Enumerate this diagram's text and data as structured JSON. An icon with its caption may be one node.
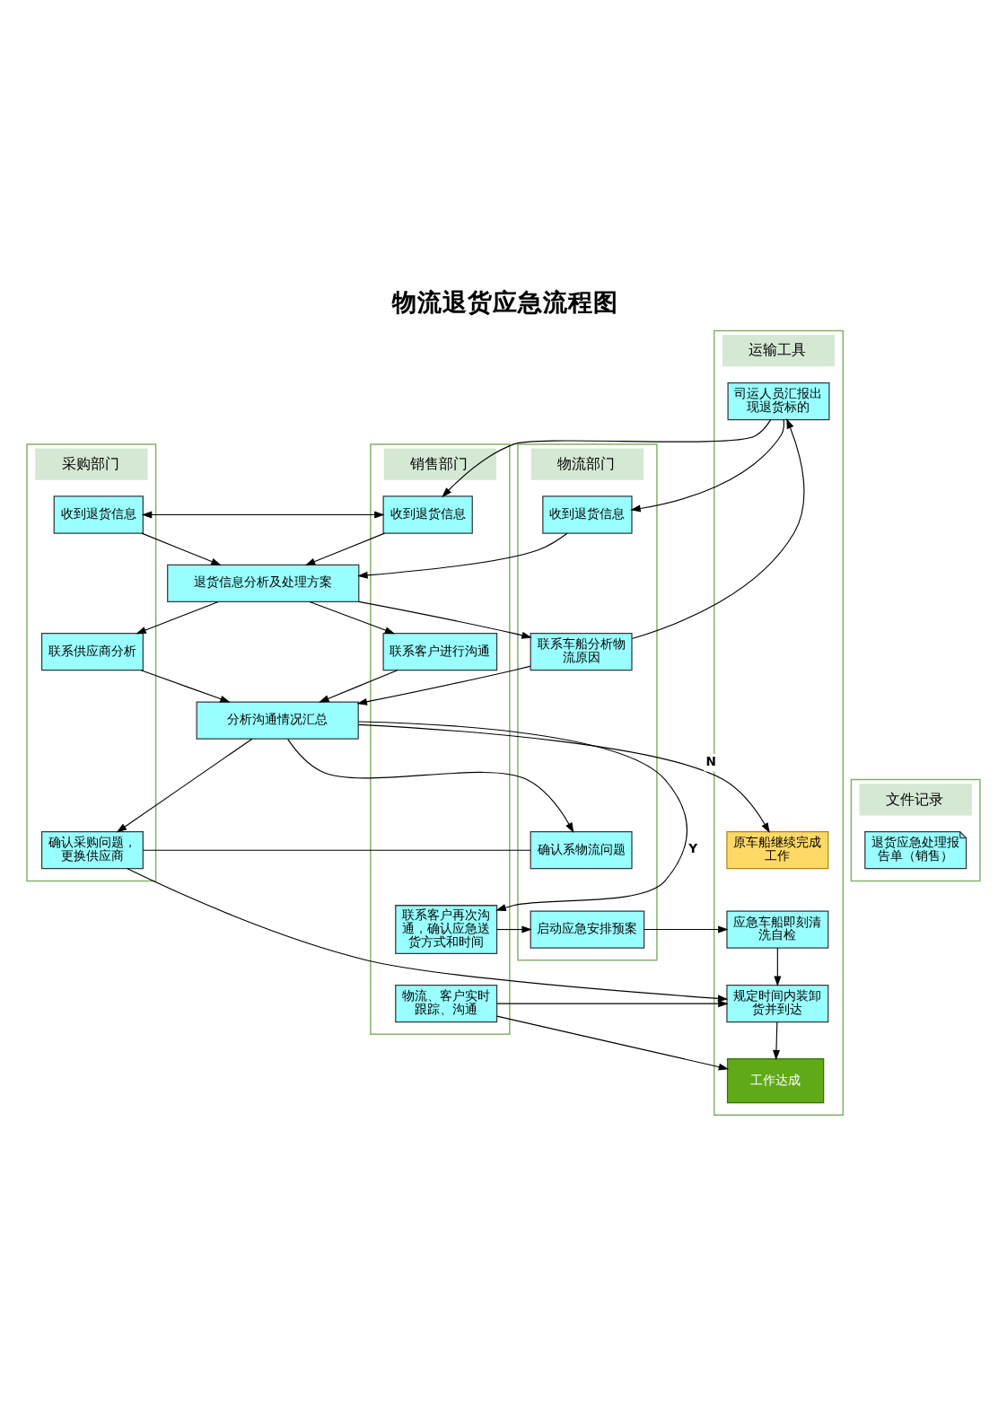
{
  "diagram": {
    "title": "物流退货应急流程图",
    "nodes": [
      {
        "text": [
          "采购部门"
        ]
      },
      {
        "text": [
          "销售部门"
        ]
      },
      {
        "text": [
          "物流部门"
        ]
      },
      {
        "text": [
          "运输工具"
        ]
      },
      {
        "text": [
          "文件记录"
        ]
      },
      {
        "text": [
          "收到退货信息"
        ],
        "in": 0
      },
      {
        "text": [
          "收到退货信息"
        ],
        "in": 1
      },
      {
        "text": [
          "收到退货信息"
        ],
        "in": 2
      },
      {
        "text": [
          "司运人员汇报出现退货标的"
        ],
        "in": 3
      },
      {
        "text": [
          "退货信息分析及处理方案"
        ]
      },
      {
        "text": [
          "联系供应商分析"
        ],
        "in": 0
      },
      {
        "text": [
          "联系客户进行沟通"
        ],
        "in": 1
      },
      {
        "text": [
          "联系车船分析物流原因"
        ],
        "in": 2
      },
      {
        "text": [
          "分析沟通情况汇总"
        ]
      },
      {
        "text": [
          "原车船继续完成工作"
        ],
        "in": 3
      },
      {
        "text": [
          "确认采购问题，更换供应商"
        ],
        "in": 0
      },
      {
        "text": [
          "确认系物流问题"
        ],
        "in": 2
      },
      {
        "text": [
          "退货应急处理报告单（销售）"
        ],
        "in": 4
      },
      {
        "text": [
          "联系客户再次沟通，确认应急送货方式和时间"
        ],
        "in": 1
      },
      {
        "text": [
          "启动应急安排预案"
        ],
        "in": 2
      },
      {
        "text": [
          "应急车船即刻清洗自检"
        ],
        "in": 3
      },
      {
        "text": [
          "规定时间内装卸货并到达"
        ],
        "in": 3
      },
      {
        "text": [
          "物流、客户实时跟踪、沟通"
        ],
        "in": 1
      },
      {
        "text": [
          "工作达成"
        ],
        "in": 3
      }
    ],
    "edges": [
      {
        "from": 5,
        "to": 6,
        "arrow": "both"
      },
      {
        "from": 8,
        "to": 6,
        "arrow": "to"
      },
      {
        "from": 8,
        "to": 7,
        "arrow": "to"
      },
      {
        "from": 5,
        "to": 9,
        "arrow": "to"
      },
      {
        "from": 6,
        "to": 9,
        "arrow": "to"
      },
      {
        "from": 7,
        "to": 9,
        "arrow": "to"
      },
      {
        "from": 9,
        "to": 10,
        "arrow": "to"
      },
      {
        "from": 9,
        "to": 11,
        "arrow": "to"
      },
      {
        "from": 9,
        "to": 12,
        "arrow": "to"
      },
      {
        "from": 12,
        "to": 8,
        "arrow": "to"
      },
      {
        "from": 10,
        "to": 13,
        "arrow": "to"
      },
      {
        "from": 11,
        "to": 13,
        "arrow": "to"
      },
      {
        "from": 12,
        "to": 13,
        "arrow": "to"
      },
      {
        "from": 13,
        "to": 14,
        "arrow": "to",
        "label": "N"
      },
      {
        "from": 13,
        "to": 15,
        "arrow": "to"
      },
      {
        "from": 13,
        "to": 18,
        "arrow": "to",
        "label": "Y"
      },
      {
        "from": 13,
        "to": 16,
        "arrow": "to"
      },
      {
        "from": 15,
        "to": 16,
        "arrow": "none"
      },
      {
        "from": 15,
        "to": 21,
        "arrow": "to"
      },
      {
        "from": 18,
        "to": 19,
        "arrow": "to"
      },
      {
        "from": 19,
        "to": 20,
        "arrow": "to"
      },
      {
        "from": 20,
        "to": 21,
        "arrow": "to"
      },
      {
        "from": 21,
        "to": 23,
        "arrow": "to"
      },
      {
        "from": 22,
        "to": 21,
        "arrow": "to"
      },
      {
        "from": 22,
        "to": 23,
        "arrow": "to"
      }
    ]
  }
}
